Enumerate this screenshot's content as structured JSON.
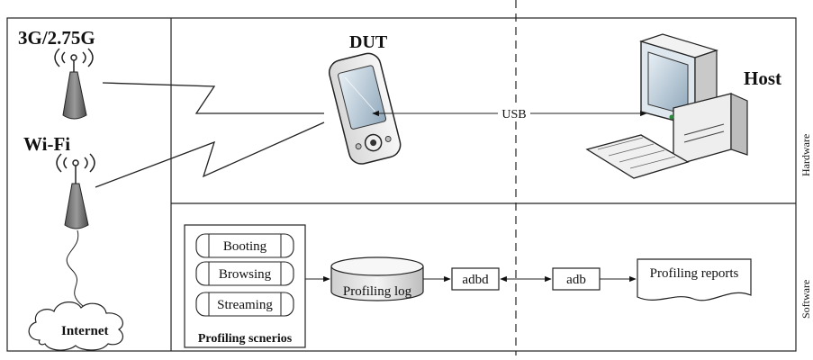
{
  "network": {
    "cellular_label": "3G/2.75G",
    "wifi_label": "Wi-Fi",
    "internet_label": "Internet"
  },
  "hardware": {
    "dut_label": "DUT",
    "host_label": "Host",
    "usb_label": "USB"
  },
  "side_labels": {
    "hardware": "Hardware",
    "software": "Software"
  },
  "software": {
    "scenarios": [
      "Booting",
      "Browsing",
      "Streaming"
    ],
    "scenarios_caption": "Profiling scnerios",
    "log_label": "Profiling log",
    "adbd_label": "adbd",
    "adb_label": "adb",
    "reports_label": "Profiling reports"
  }
}
